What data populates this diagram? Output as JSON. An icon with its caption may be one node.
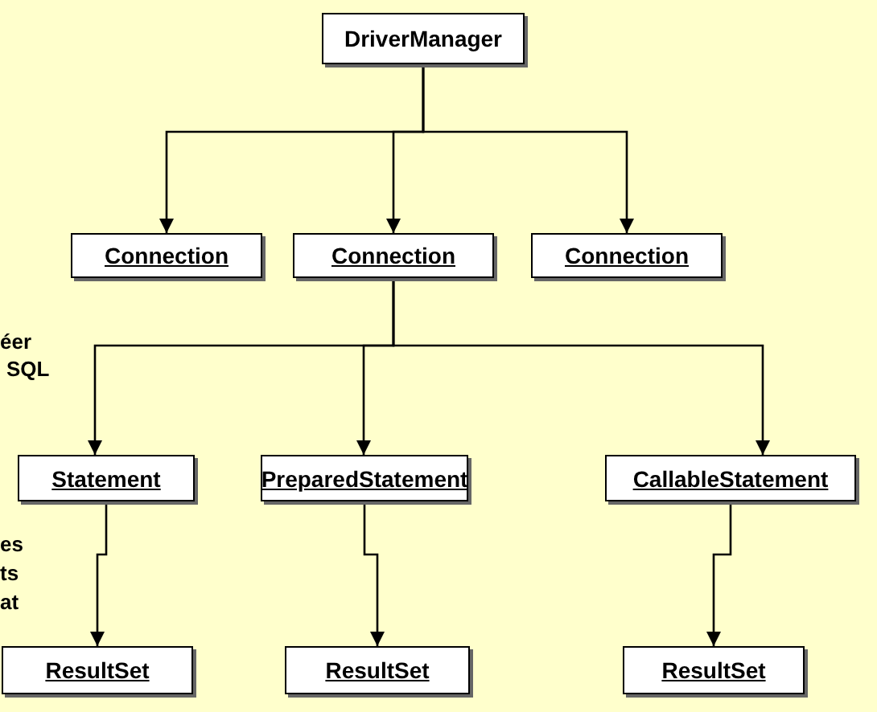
{
  "diagram": {
    "nodes": [
      {
        "text": [
          "DriverManager"
        ]
      },
      {
        "text": [
          "Connection"
        ]
      },
      {
        "text": [
          "Connection"
        ]
      },
      {
        "text": [
          "Connection"
        ]
      },
      {
        "text": [
          "Statement"
        ]
      },
      {
        "text": [
          "PreparedStatement"
        ]
      },
      {
        "text": [
          "CallableStatement"
        ]
      },
      {
        "text": [
          "ResultSet"
        ]
      },
      {
        "text": [
          "ResultSet"
        ]
      },
      {
        "text": [
          "ResultSet"
        ]
      }
    ],
    "edges": [
      {
        "from": 0,
        "to": 1,
        "arrow": "to"
      },
      {
        "from": 0,
        "to": 2,
        "arrow": "to"
      },
      {
        "from": 0,
        "to": 3,
        "arrow": "to"
      },
      {
        "from": 2,
        "to": 4,
        "arrow": "to"
      },
      {
        "from": 2,
        "to": 5,
        "arrow": "to"
      },
      {
        "from": 2,
        "to": 6,
        "arrow": "to"
      },
      {
        "from": 4,
        "to": 7,
        "arrow": "to"
      },
      {
        "from": 5,
        "to": 8,
        "arrow": "to"
      },
      {
        "from": 6,
        "to": 9,
        "arrow": "to"
      }
    ],
    "labels": [
      "éer",
      "SQL",
      "es",
      "ts",
      "at"
    ]
  }
}
